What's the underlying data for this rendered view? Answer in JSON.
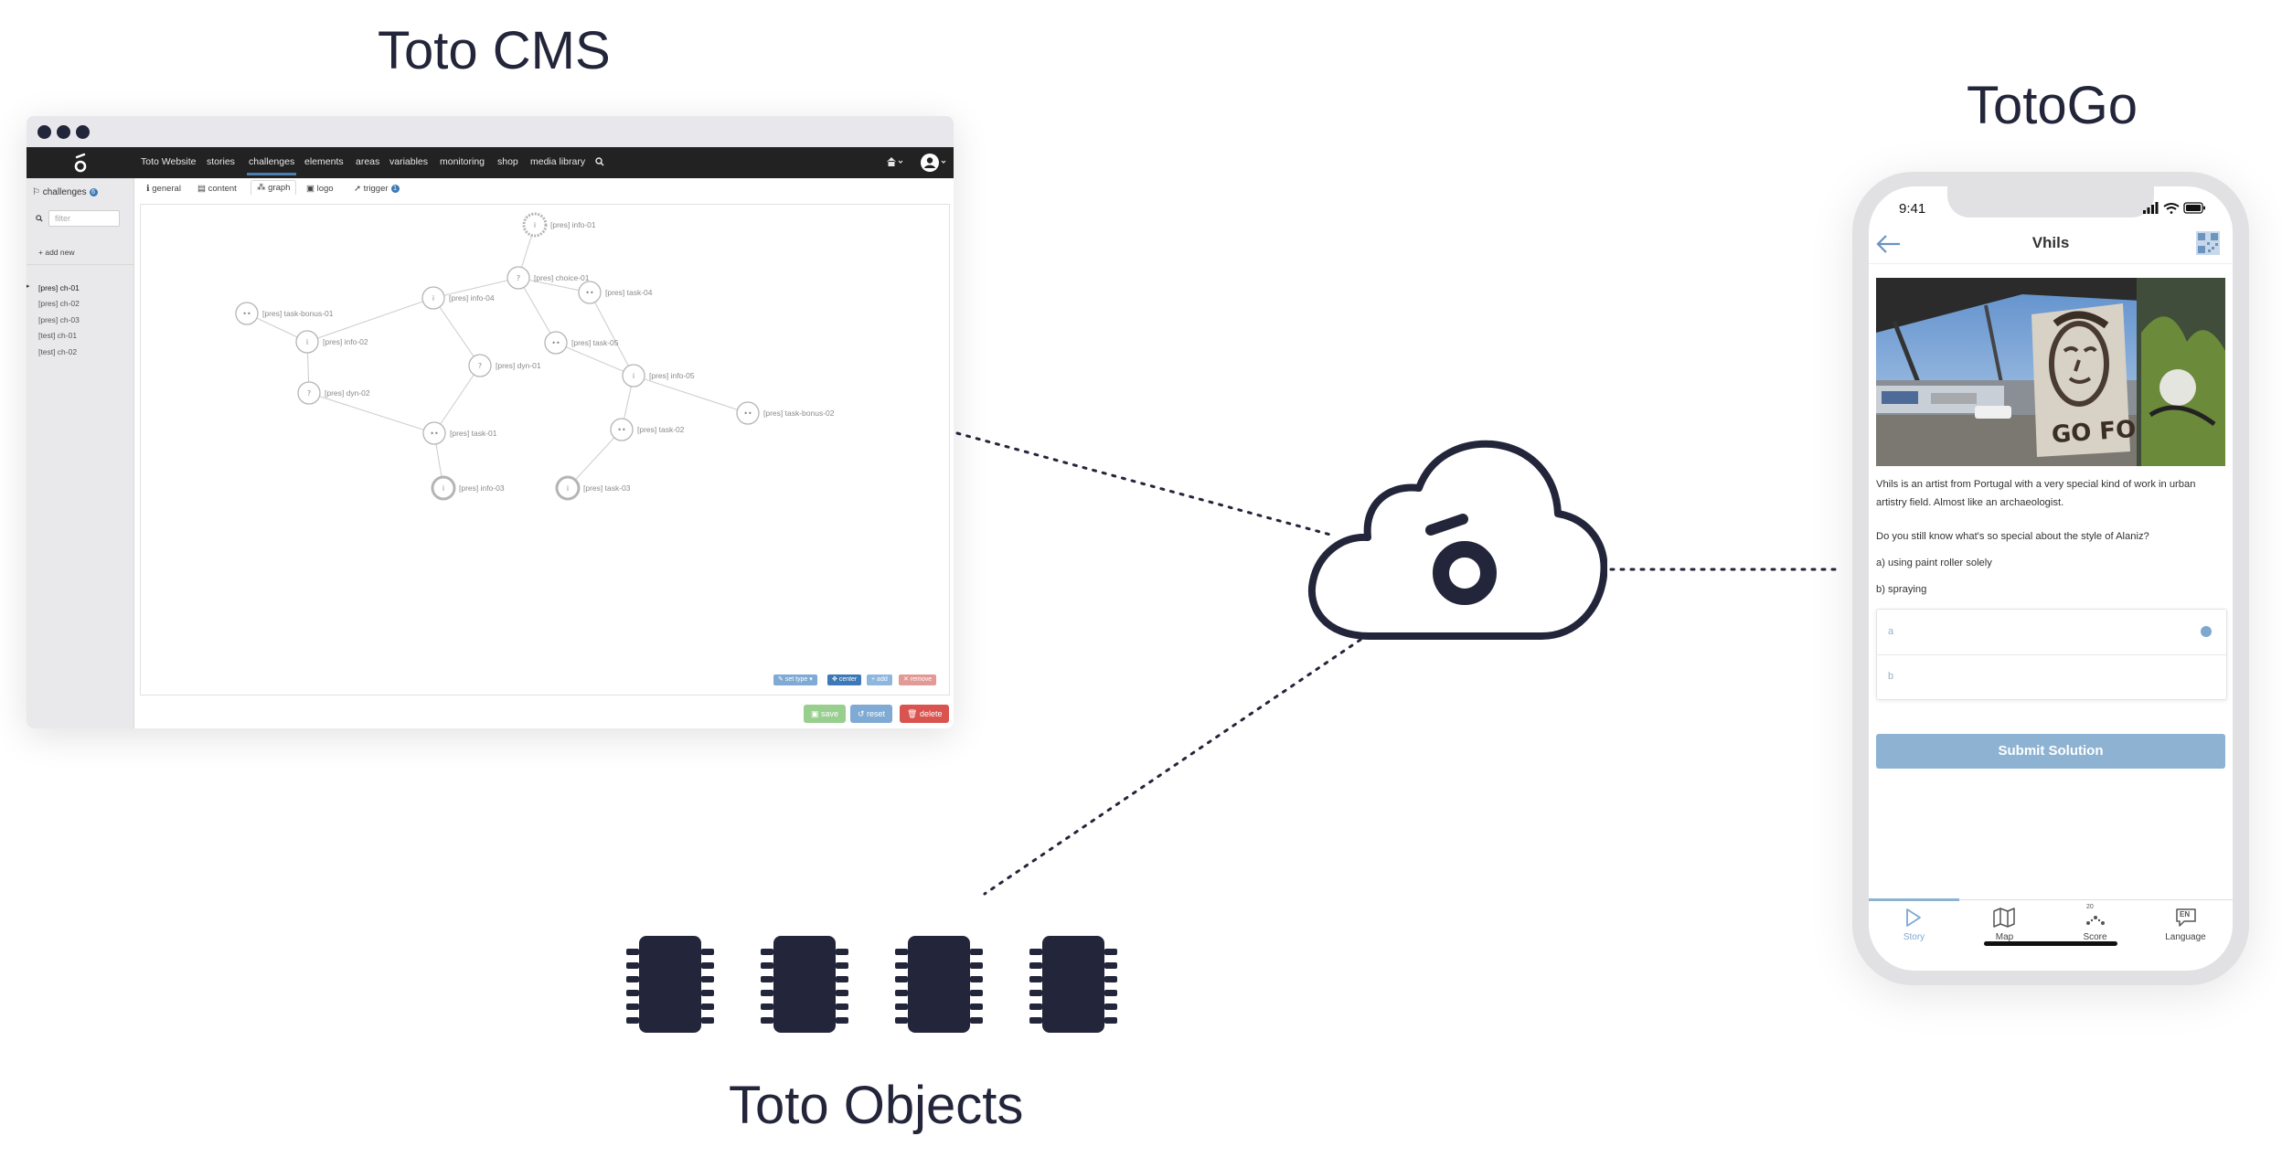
{
  "titles": {
    "cms": "Toto CMS",
    "app": "TotoGo",
    "objects": "Toto Objects"
  },
  "colors": {
    "ink": "#23253a",
    "cms_nav": "#222222",
    "accent_blue": "#3d79b6",
    "submit_button": "#8eb3d2",
    "save_button": "#98cf8f",
    "reset_button": "#7faad4",
    "delete_button": "#d9534f"
  },
  "cms": {
    "nav": {
      "items": [
        "Toto Website",
        "stories",
        "challenges",
        "elements",
        "areas",
        "variables",
        "monitoring",
        "shop",
        "media library"
      ],
      "active": "challenges",
      "search_icon": "search-icon",
      "home_icon": "home-icon",
      "user_icon": "user-icon"
    },
    "sidebar": {
      "heading": "challenges",
      "badge": "6",
      "filter_placeholder": "filter",
      "add_new": "add new",
      "items": [
        "[pres] ch-01",
        "[pres] ch-02",
        "[pres] ch-03",
        "[test] ch-01",
        "[test] ch-02"
      ]
    },
    "tabs": [
      "general",
      "content",
      "graph",
      "logo",
      "trigger"
    ],
    "active_tab": "graph",
    "trigger_badge": "1",
    "graph": {
      "nodes": [
        {
          "label": "[pres] info-01",
          "kind": "info"
        },
        {
          "label": "[pres] choice-01",
          "kind": "choice"
        },
        {
          "label": "[pres] task-04",
          "kind": "task"
        },
        {
          "label": "[pres] info-04",
          "kind": "info"
        },
        {
          "label": "[pres] task-bonus-01",
          "kind": "task"
        },
        {
          "label": "[pres] info-02",
          "kind": "info"
        },
        {
          "label": "[pres] task-05",
          "kind": "task"
        },
        {
          "label": "[pres] dyn-01",
          "kind": "choice"
        },
        {
          "label": "[pres] info-05",
          "kind": "info"
        },
        {
          "label": "[pres] dyn-02",
          "kind": "choice"
        },
        {
          "label": "[pres] task-bonus-02",
          "kind": "task"
        },
        {
          "label": "[pres] task-01",
          "kind": "task"
        },
        {
          "label": "[pres] task-02",
          "kind": "task"
        },
        {
          "label": "[pres] info-03",
          "kind": "info"
        },
        {
          "label": "[pres] task-03",
          "kind": "info"
        }
      ],
      "buttons": {
        "set_type": "set type",
        "center": "center",
        "add": "add",
        "remove": "remove"
      }
    },
    "footer_buttons": {
      "save": "save",
      "reset": "reset",
      "delete": "delete"
    }
  },
  "phone": {
    "time": "9:41",
    "title": "Vhils",
    "qr_icon": "qr-code-icon",
    "back_icon": "back-arrow-icon",
    "photo_text": "GO FORTH",
    "description": "Vhils is an artist from Portugal with a very special kind of work in urban artistry field. Almost like an archaeologist.",
    "question": "Do you still know what's so special about the style of Alaniz?",
    "answers": [
      "a) using paint roller solely",
      "b) spraying"
    ],
    "options": [
      "a",
      "b"
    ],
    "selected_option": "a",
    "submit": "Submit Solution",
    "tabbar": [
      {
        "label": "Story",
        "icon": "play-icon",
        "active": true
      },
      {
        "label": "Map",
        "icon": "map-icon",
        "active": false
      },
      {
        "label": "Score",
        "icon": "score-icon",
        "active": false
      },
      {
        "label": "Language",
        "icon": "language-icon",
        "active": false
      }
    ],
    "language_badge": "EN",
    "score_badge": "20"
  },
  "objects": {
    "count": 4,
    "icon": "microchip-icon"
  },
  "cloud": {
    "icon": "cloud-icon",
    "logo": "toto-logo-icon"
  }
}
